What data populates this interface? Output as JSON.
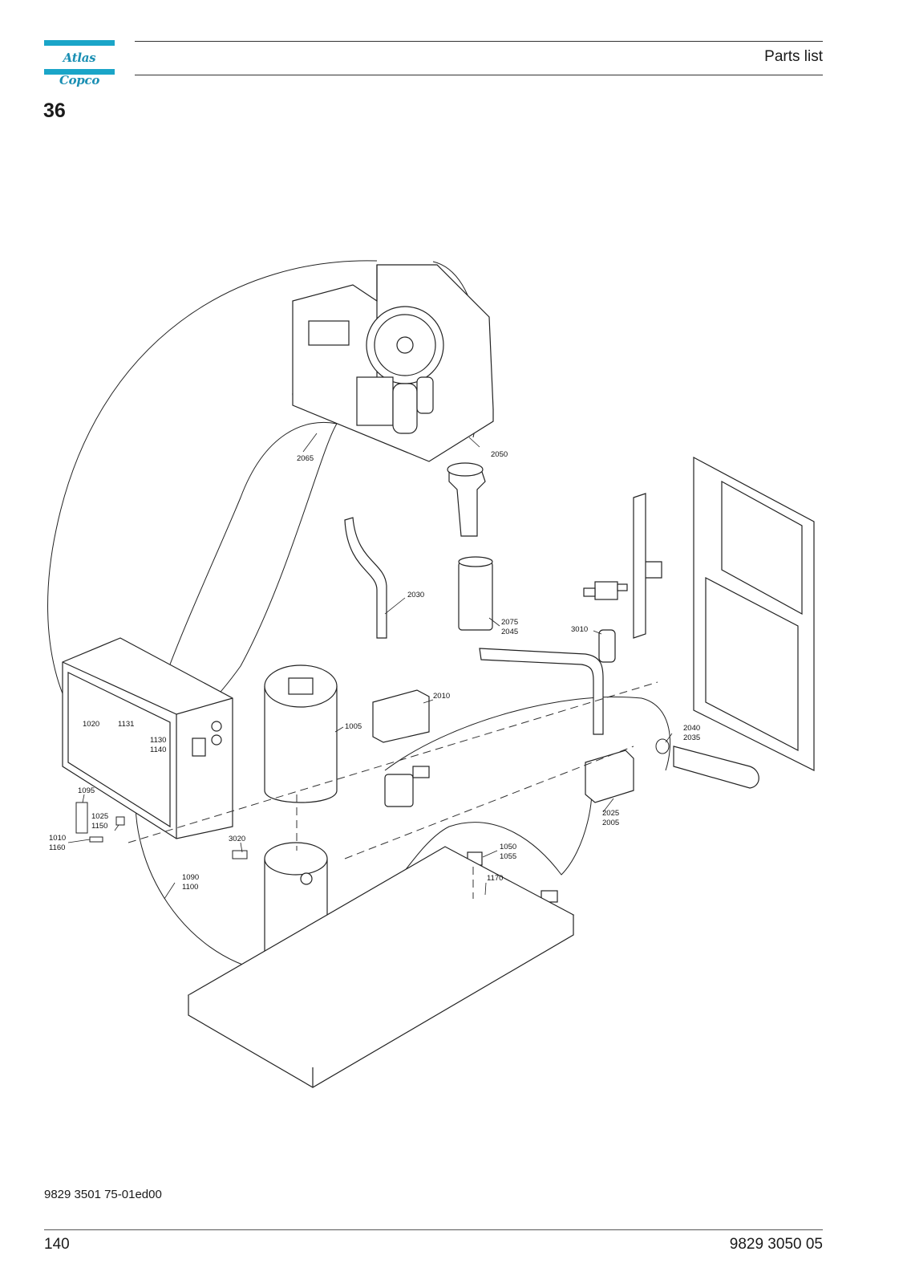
{
  "header": {
    "logo_text": "Atlas Copco",
    "section_title": "Parts list"
  },
  "chapter_number": "36",
  "labels": [
    {
      "id": "2065",
      "text": "2065"
    },
    {
      "id": "2050",
      "text": "2050"
    },
    {
      "id": "2030",
      "text": "2030"
    },
    {
      "id": "2075",
      "text": "2075"
    },
    {
      "id": "2045",
      "text": "2045"
    },
    {
      "id": "3010",
      "text": "3010"
    },
    {
      "id": "2010",
      "text": "2010"
    },
    {
      "id": "1005",
      "text": "1005"
    },
    {
      "id": "1020",
      "text": "1020"
    },
    {
      "id": "1131",
      "text": "1131"
    },
    {
      "id": "1130",
      "text": "1130"
    },
    {
      "id": "1140",
      "text": "1140"
    },
    {
      "id": "2040",
      "text": "2040"
    },
    {
      "id": "2035",
      "text": "2035"
    },
    {
      "id": "1095",
      "text": "1095"
    },
    {
      "id": "1025",
      "text": "1025"
    },
    {
      "id": "1150",
      "text": "1150"
    },
    {
      "id": "1010",
      "text": "1010"
    },
    {
      "id": "1160",
      "text": "1160"
    },
    {
      "id": "2025",
      "text": "2025"
    },
    {
      "id": "2005",
      "text": "2005"
    },
    {
      "id": "3020",
      "text": "3020"
    },
    {
      "id": "1050",
      "text": "1050"
    },
    {
      "id": "1055",
      "text": "1055"
    },
    {
      "id": "1090",
      "text": "1090"
    },
    {
      "id": "1100",
      "text": "1100"
    },
    {
      "id": "1170",
      "text": "1170"
    }
  ],
  "footer": {
    "doc_id": "9829 3501 75-01ed00",
    "page_number": "140",
    "manual_number": "9829 3050 05"
  }
}
